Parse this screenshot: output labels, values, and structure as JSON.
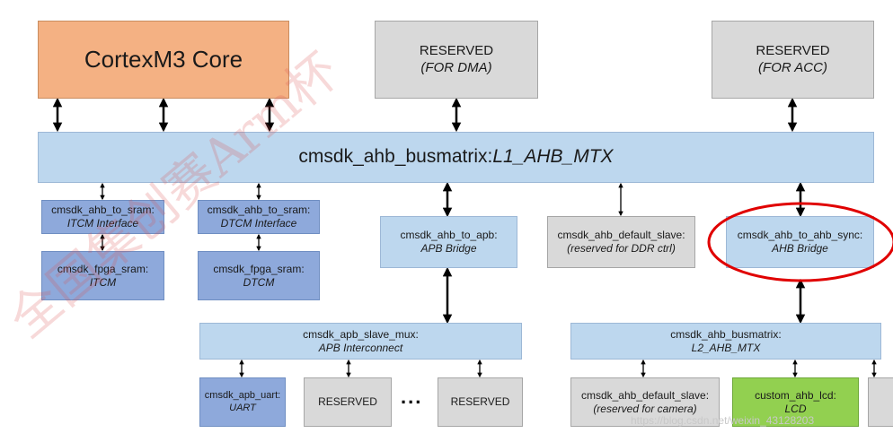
{
  "colors": {
    "cpu": "#f4b183",
    "reserved": "#d9d9d9",
    "bus": "#bdd7ee",
    "sram": "#8ea9db",
    "lcd": "#92d050",
    "highlight": "#e00000"
  },
  "top": {
    "cpu": "CortexM3 Core",
    "dma_line1": "RESERVED",
    "dma_line2": "(FOR DMA)",
    "acc_line1": "RESERVED",
    "acc_line2": "(FOR ACC)"
  },
  "l1_bus": {
    "prefix": "cmsdk_ahb_busmatrix:",
    "name": "L1_AHB_MTX"
  },
  "itcm": {
    "bridge_line1": "cmsdk_ahb_to_sram:",
    "bridge_line2": "ITCM Interface",
    "mem_line1": "cmsdk_fpga_sram:",
    "mem_line2": "ITCM"
  },
  "dtcm": {
    "bridge_line1": "cmsdk_ahb_to_sram:",
    "bridge_line2": "DTCM Interface",
    "mem_line1": "cmsdk_fpga_sram:",
    "mem_line2": "DTCM"
  },
  "apb_bridge": {
    "line1": "cmsdk_ahb_to_apb:",
    "line2": "APB Bridge"
  },
  "default_slave": {
    "line1": "cmsdk_ahb_default_slave:",
    "line2": "(reserved for DDR ctrl)"
  },
  "ahb_bridge": {
    "line1": "cmsdk_ahb_to_ahb_sync:",
    "line2": "AHB Bridge"
  },
  "apb_mux": {
    "line1": "cmsdk_apb_slave_mux:",
    "line2": "APB Interconnect"
  },
  "l2_bus": {
    "line1": "cmsdk_ahb_busmatrix:",
    "line2": "L2_AHB_MTX"
  },
  "apb_slaves": {
    "uart_line1": "cmsdk_apb_uart:",
    "uart_line2": "UART",
    "reserved1": "RESERVED",
    "ellipsis": "...",
    "reserved2": "RESERVED"
  },
  "l2_slaves": {
    "cam_line1": "cmsdk_ahb_default_slave:",
    "cam_line2": "(reserved for camera)",
    "lcd_line1": "custom_ahb_lcd:",
    "lcd_line2": "LCD"
  },
  "watermark": {
    "url": "https://blog.csdn.net/weixin_43128203",
    "cn": "全国集创赛Arm杯"
  }
}
